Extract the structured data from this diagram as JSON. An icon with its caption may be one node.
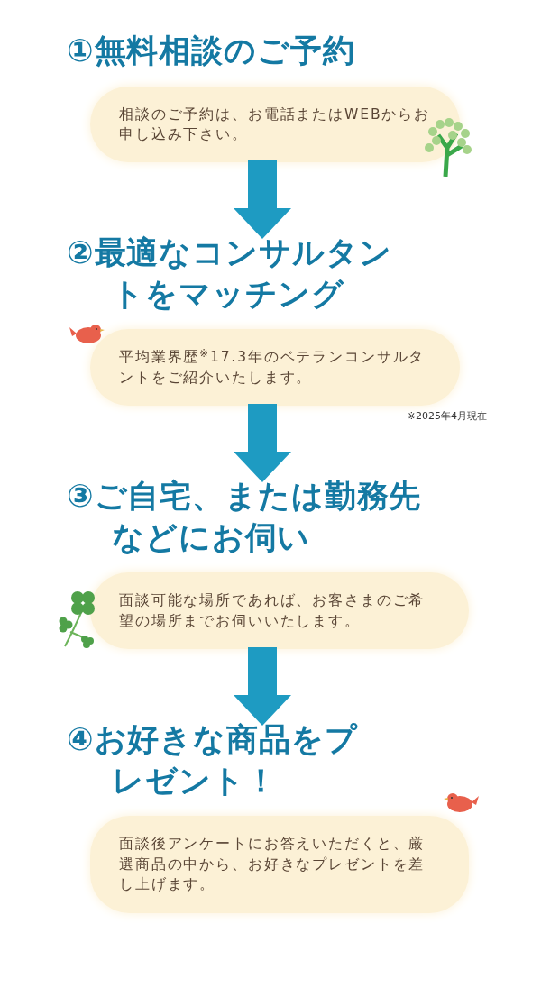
{
  "diagram": {
    "nodes": [
      {
        "text": [
          "①無料相談のご予約",
          "相談のご予約は、お電話またはWEBからお申し込み下さい。"
        ]
      },
      {
        "text": [
          "②最適なコンサルタントをマッチング",
          "平均業界歴$^{※}$17.3年のベテランコンサルタントをご紹介いたします。"
        ],
        "beside": [
          "※2025年4月現在"
        ]
      },
      {
        "text": [
          "③ご自宅、または勤務先などにお伺い",
          "面談可能な場所であれば、お客さまのご希望の場所までお伺いいたします。"
        ]
      },
      {
        "text": [
          "④お好きな商品をプレゼント！",
          "面談後アンケートにお答えいただくと、厳選商品の中から、お好きなプレゼントを差し上げます。"
        ]
      }
    ],
    "edges": [
      {
        "from": 0,
        "to": 1,
        "arrow": "to"
      },
      {
        "from": 1,
        "to": 2,
        "arrow": "to"
      },
      {
        "from": 2,
        "to": 3,
        "arrow": "to"
      }
    ]
  }
}
